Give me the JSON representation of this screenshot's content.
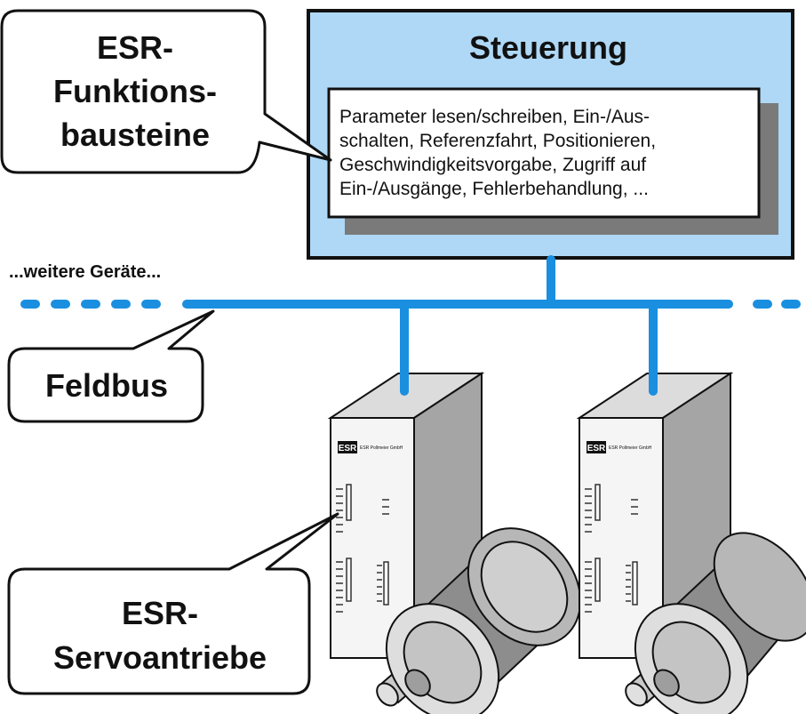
{
  "callouts": {
    "functions": {
      "line1": "ESR-",
      "line2": "Funktions-",
      "line3": "bausteine"
    },
    "fieldbus": {
      "label": "Feldbus"
    },
    "servo": {
      "line1": "ESR-",
      "line2": "Servoantriebe"
    }
  },
  "controller": {
    "title": "Steuerung",
    "description_lines": [
      "Parameter lesen/schreiben, Ein-/Aus-",
      "schalten, Referenzfahrt, Positionieren,",
      "Geschwindigkeitsvorgabe, Zugriff auf",
      "Ein-/Ausgänge, Fehlerbehandlung, ..."
    ]
  },
  "bus": {
    "more_devices_label": "...weitere Geräte..."
  },
  "devices": [
    {
      "logo": "ESR",
      "logo_subtext": "ESR Pollmeier GmbH"
    },
    {
      "logo": "ESR",
      "logo_subtext": "ESR Pollmeier GmbH"
    }
  ],
  "colors": {
    "bus_blue": "#1a8fe0",
    "controller_fill": "#aed8f6",
    "outline": "#111111"
  }
}
